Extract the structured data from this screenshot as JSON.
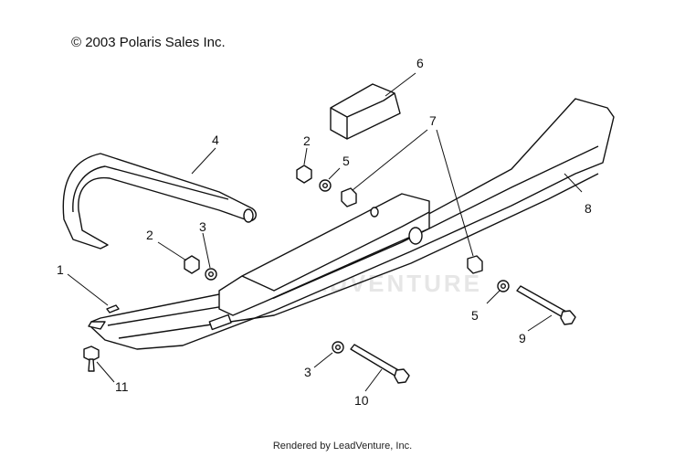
{
  "copyright": "© 2003 Polaris Sales Inc.",
  "footer": "Rendered by LeadVenture, Inc.",
  "watermark": "LEADVENTURE",
  "callouts": {
    "c1": "1",
    "c2a": "2",
    "c2b": "2",
    "c3a": "3",
    "c3b": "3",
    "c4": "4",
    "c5a": "5",
    "c5b": "5",
    "c6": "6",
    "c7": "7",
    "c8": "8",
    "c9": "9",
    "c10": "10",
    "c11": "11"
  }
}
